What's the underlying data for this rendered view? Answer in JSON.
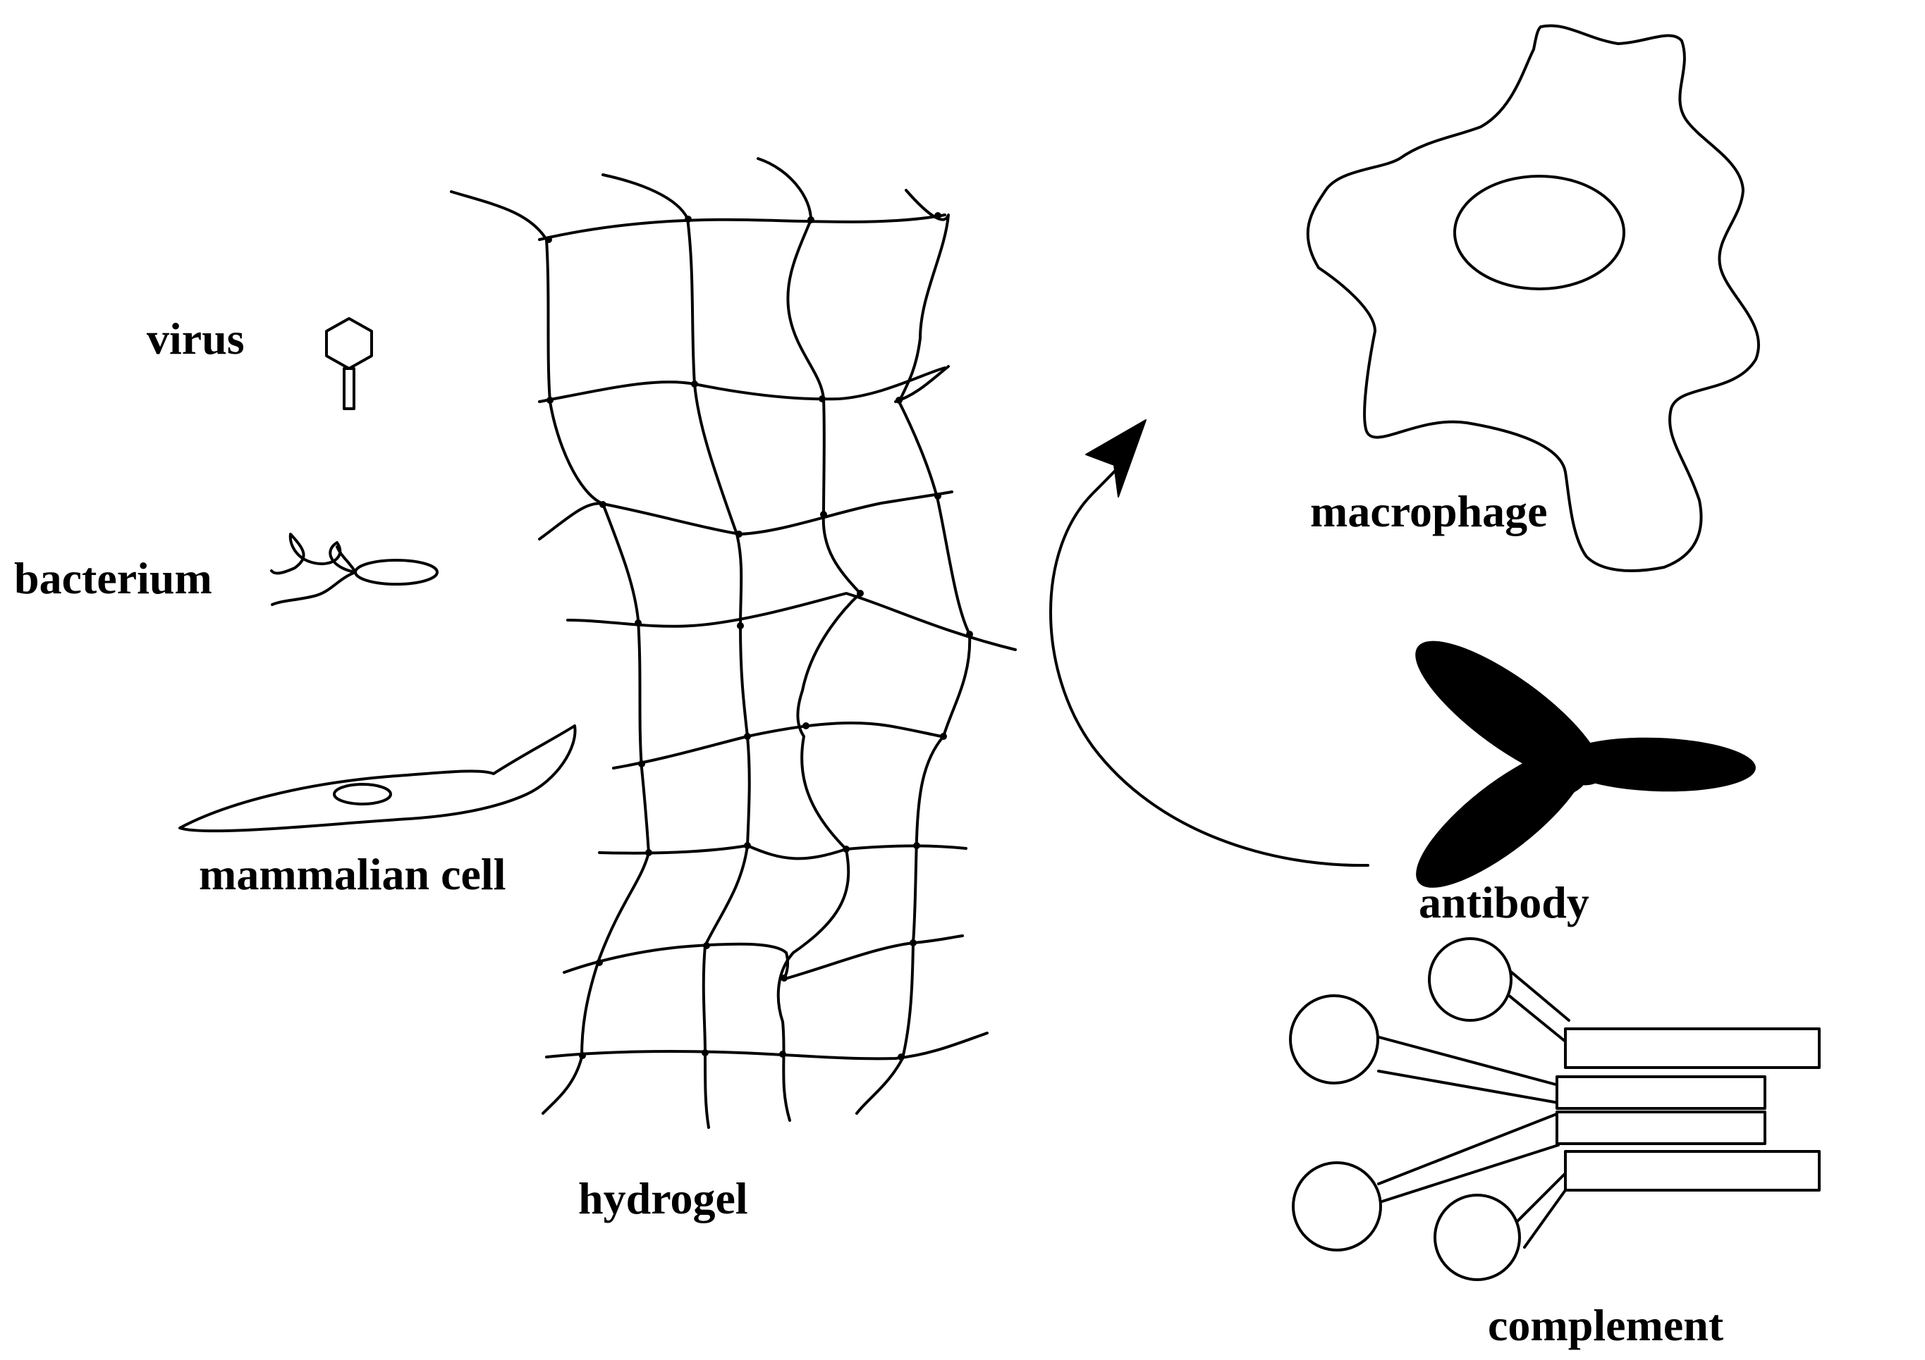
{
  "labels": {
    "virus": "virus",
    "bacterium": "bacterium",
    "mammalian_cell": "mammalian cell",
    "hydrogel": "hydrogel",
    "macrophage": "macrophage",
    "antibody": "antibody",
    "complement": "complement"
  },
  "colors": {
    "ink": "#000000",
    "background": "#ffffff"
  }
}
